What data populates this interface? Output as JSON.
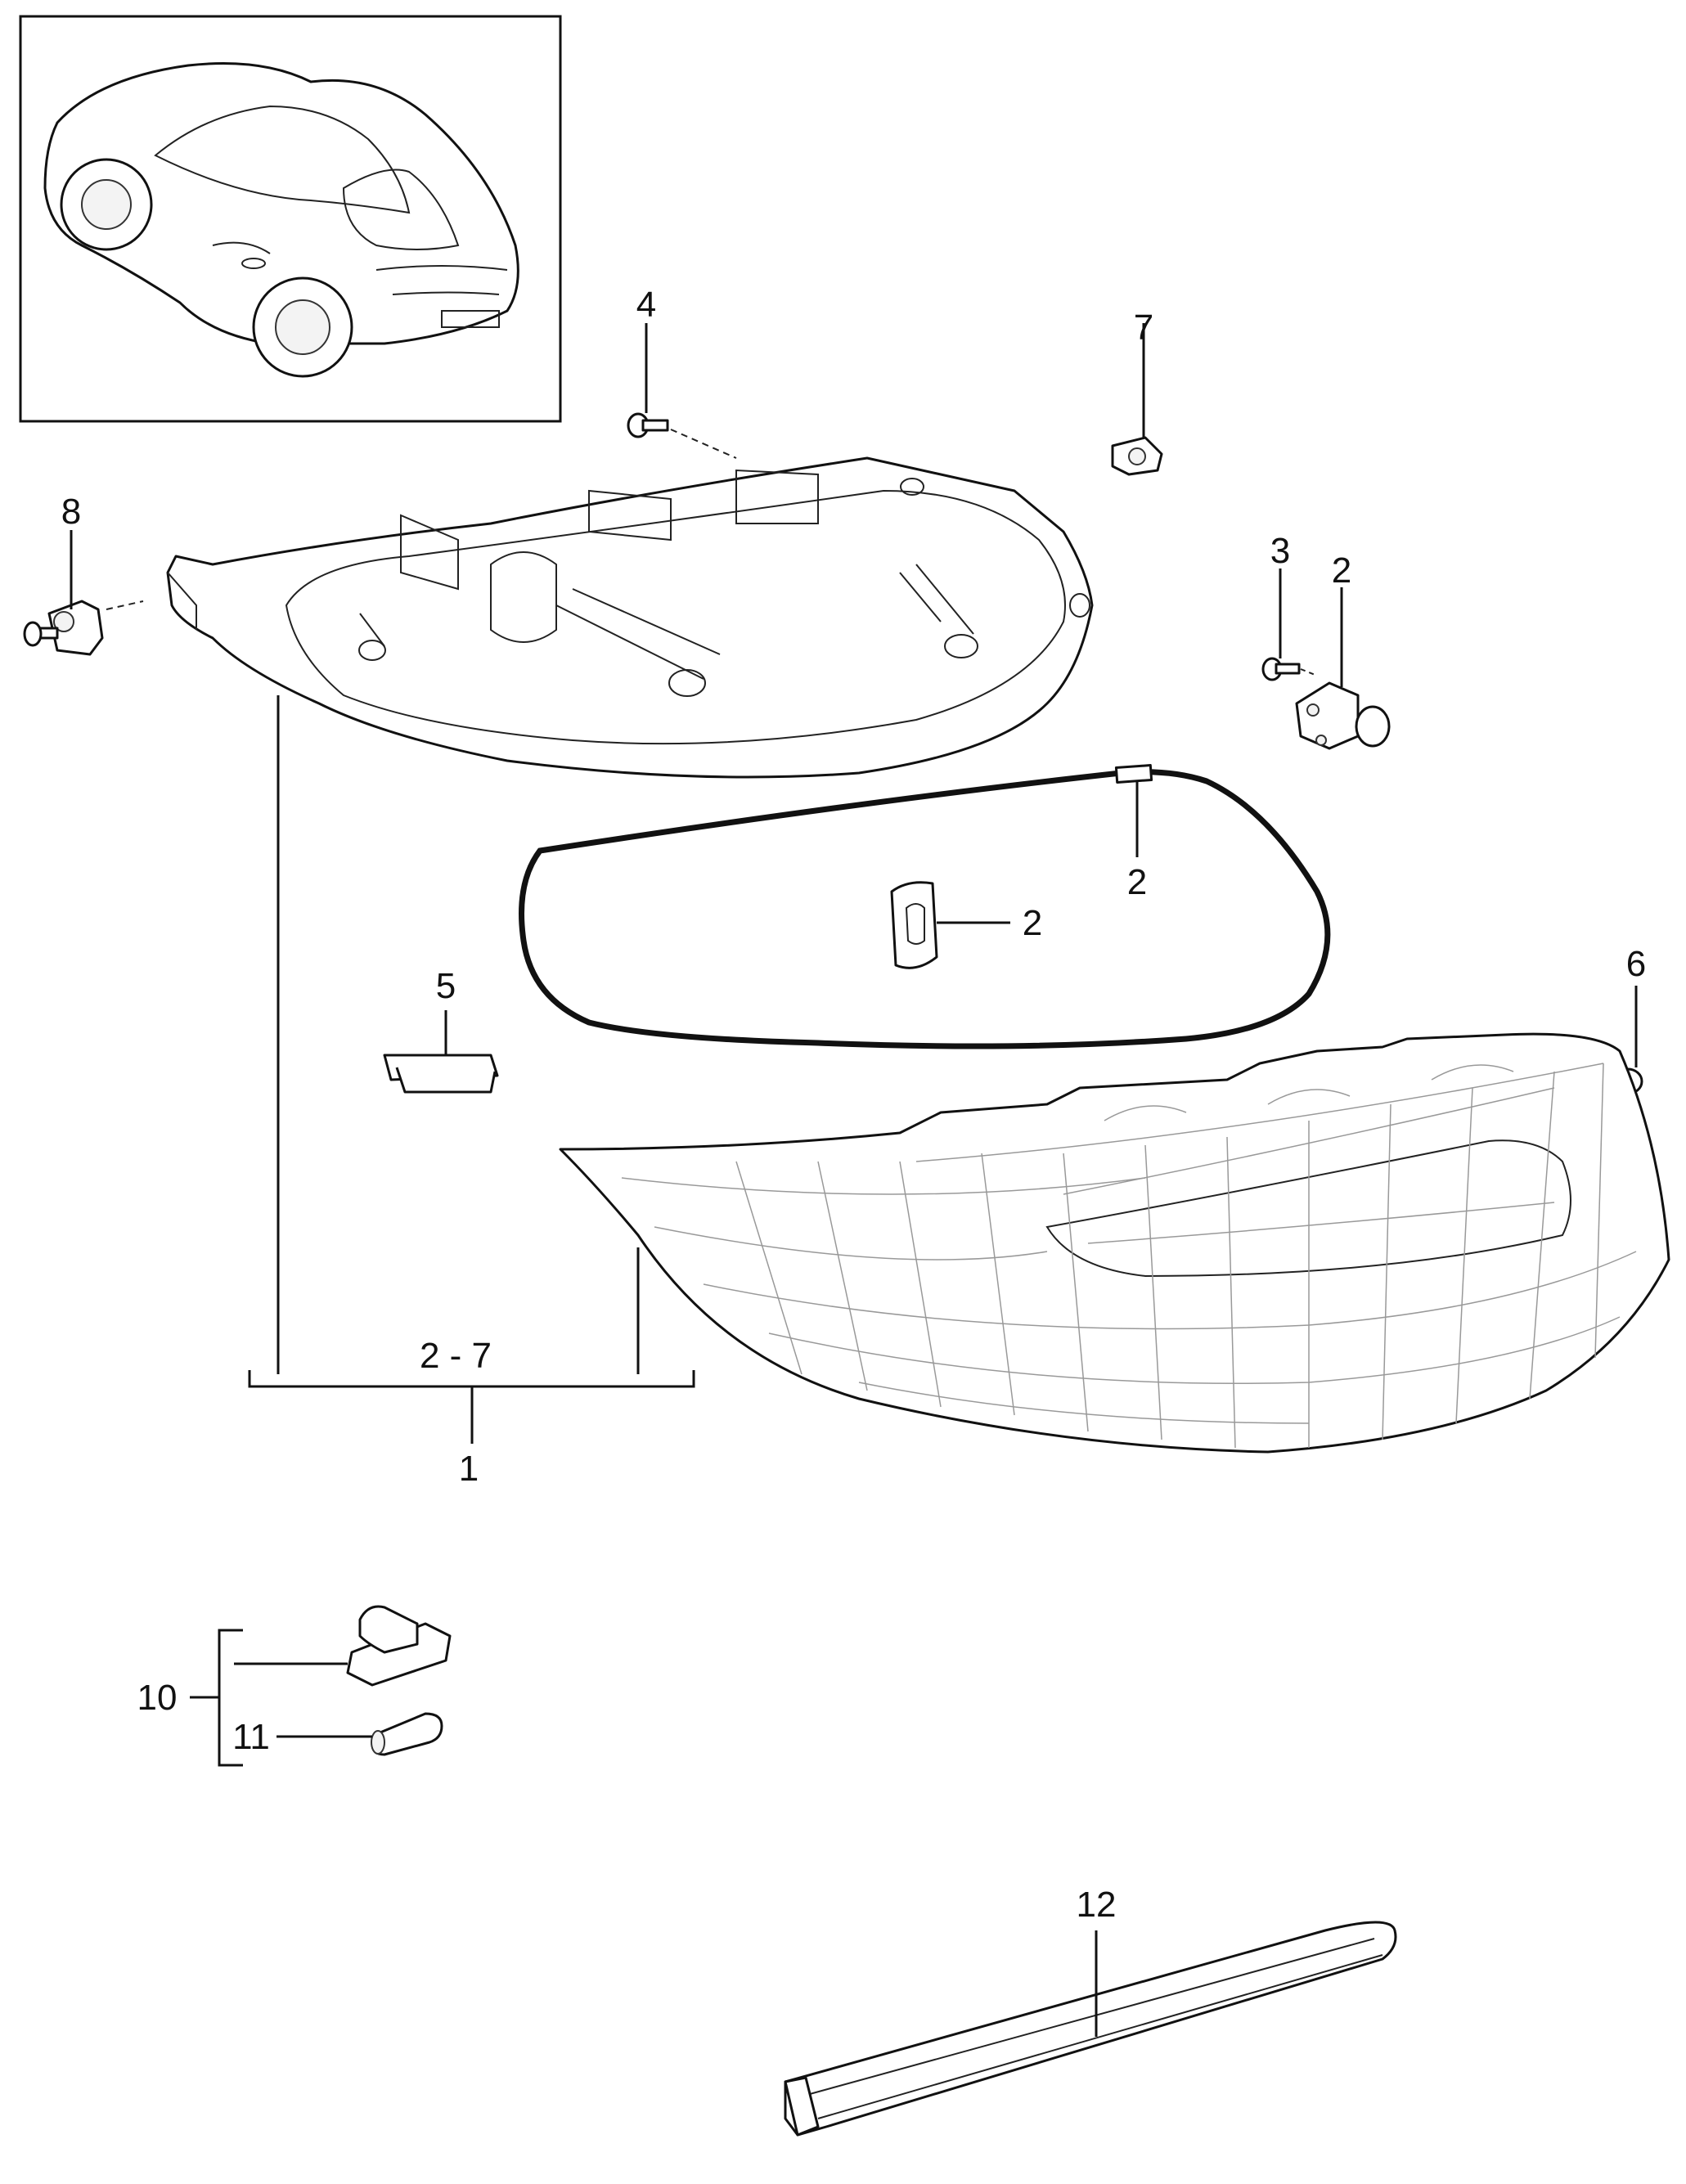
{
  "diagram": {
    "callouts": {
      "c4": "4",
      "c7": "7",
      "c8": "8",
      "c3": "3",
      "c2_bulb": "2",
      "c2_gasket": "2",
      "c2_grommet": "2",
      "c5": "5",
      "c6": "6",
      "c_range": "2 - 7",
      "c1": "1",
      "c10": "10",
      "c11": "11",
      "c12": "12"
    }
  }
}
